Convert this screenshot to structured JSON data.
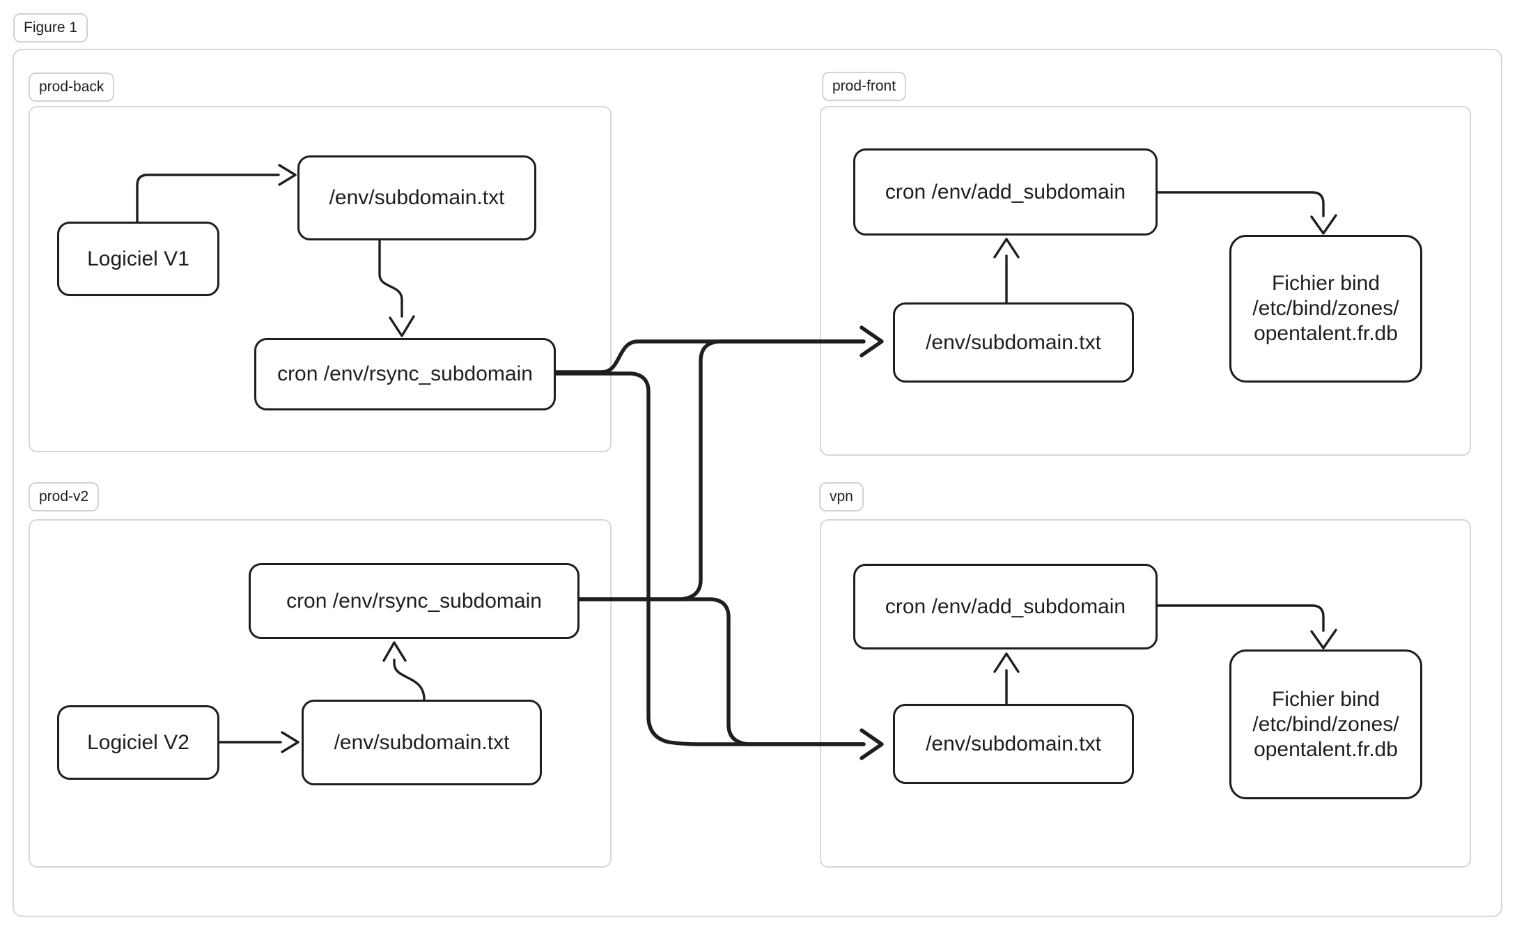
{
  "figure_label": "Figure 1",
  "colors": {
    "node_stroke": "#1e1e1e",
    "frame_stroke": "#d6d6db",
    "background": "#ffffff"
  },
  "groups": {
    "prod_back": {
      "tag": "prod-back",
      "nodes": {
        "logiciel_v1": "Logiciel V1",
        "subdomain_txt": "/env/subdomain.txt",
        "cron_rsync": "cron /env/rsync_subdomain"
      }
    },
    "prod_front": {
      "tag": "prod-front",
      "nodes": {
        "cron_add": "cron /env/add_subdomain",
        "subdomain_txt": "/env/subdomain.txt",
        "fichier_bind": "Fichier bind\n/etc/bind/zones/\nopentalent.fr.db"
      }
    },
    "prod_v2": {
      "tag": "prod-v2",
      "nodes": {
        "cron_rsync": "cron /env/rsync_subdomain",
        "logiciel_v2": "Logiciel V2",
        "subdomain_txt": "/env/subdomain.txt"
      }
    },
    "vpn": {
      "tag": "vpn",
      "nodes": {
        "cron_add": "cron /env/add_subdomain",
        "subdomain_txt": "/env/subdomain.txt",
        "fichier_bind": "Fichier bind\n/etc/bind/zones/\nopentalent.fr.db"
      }
    }
  }
}
